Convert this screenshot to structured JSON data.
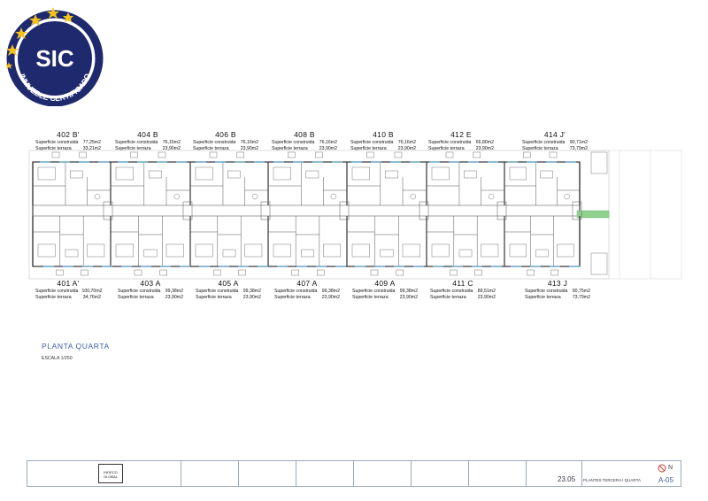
{
  "badge": {
    "main_text": "SIC",
    "arc_text": "INMUEBLE CERTIFICADO",
    "colors": {
      "navy": "#1f2a6e",
      "star": "#f2c21b"
    }
  },
  "units_top": [
    {
      "code": "402  B'",
      "construida_label": "Superficie construida",
      "construida": "77,25m2",
      "terraza_label": "Superficie terraza",
      "terraza": "33,21m2"
    },
    {
      "code": "404  B",
      "construida_label": "Superficie construida",
      "construida": "76,16m2",
      "terraza_label": "Superficie terraza",
      "terraza": "23,90m2"
    },
    {
      "code": "406  B",
      "construida_label": "Superficie construida",
      "construida": "76,16m2",
      "terraza_label": "Superficie terraza",
      "terraza": "23,90m2"
    },
    {
      "code": "408  B",
      "construida_label": "Superficie construida",
      "construida": "76,16m2",
      "terraza_label": "Superficie terraza",
      "terraza": "23,90m2"
    },
    {
      "code": "410  B",
      "construida_label": "Superficie construida",
      "construida": "76,16m2",
      "terraza_label": "Superficie terraza",
      "terraza": "23,90m2"
    },
    {
      "code": "412  E",
      "construida_label": "Superficie construida",
      "construida": "66,80m2",
      "terraza_label": "Superficie terraza",
      "terraza": "23,90m2"
    },
    {
      "code": "414  J'",
      "construida_label": "Superficie construida",
      "construida": "90,71m2",
      "terraza_label": "Superficie terraza",
      "terraza": "73,79m2"
    }
  ],
  "units_bottom": [
    {
      "code": "401  A'",
      "construida_label": "Superficie construida",
      "construida": "100,70m2",
      "terraza_label": "Superficie terraza",
      "terraza": "34,76m2"
    },
    {
      "code": "403  A",
      "construida_label": "Superficie construida",
      "construida": "99,38m2",
      "terraza_label": "Superficie terraza",
      "terraza": "23,90m2"
    },
    {
      "code": "405  A",
      "construida_label": "Superficie construida",
      "construida": "99,38m2",
      "terraza_label": "Superficie terraza",
      "terraza": "23,90m2"
    },
    {
      "code": "407  A",
      "construida_label": "Superficie construida",
      "construida": "99,38m2",
      "terraza_label": "Superficie terraza",
      "terraza": "23,90m2"
    },
    {
      "code": "409  A",
      "construida_label": "Superficie construida",
      "construida": "99,38m2",
      "terraza_label": "Superficie terraza",
      "terraza": "23,90m2"
    },
    {
      "code": "411  C",
      "construida_label": "Superficie construida",
      "construida": "89,51m2",
      "terraza_label": "Superficie terraza",
      "terraza": "23,90m2"
    },
    {
      "code": "413  J",
      "construida_label": "Superficie construida",
      "construida": "90,75m2",
      "terraza_label": "Superficie terraza",
      "terraza": "73,79m2"
    }
  ],
  "drawing": {
    "title": "PLANTA QUARTA",
    "scale": "ESCALA 1/250"
  },
  "title_block": {
    "company": "INDECO GLOBAL",
    "date": "23.05",
    "sheet_name": "PLANTES TERCERA I QUARTA",
    "sheet_code": "A-05",
    "north": "N"
  }
}
